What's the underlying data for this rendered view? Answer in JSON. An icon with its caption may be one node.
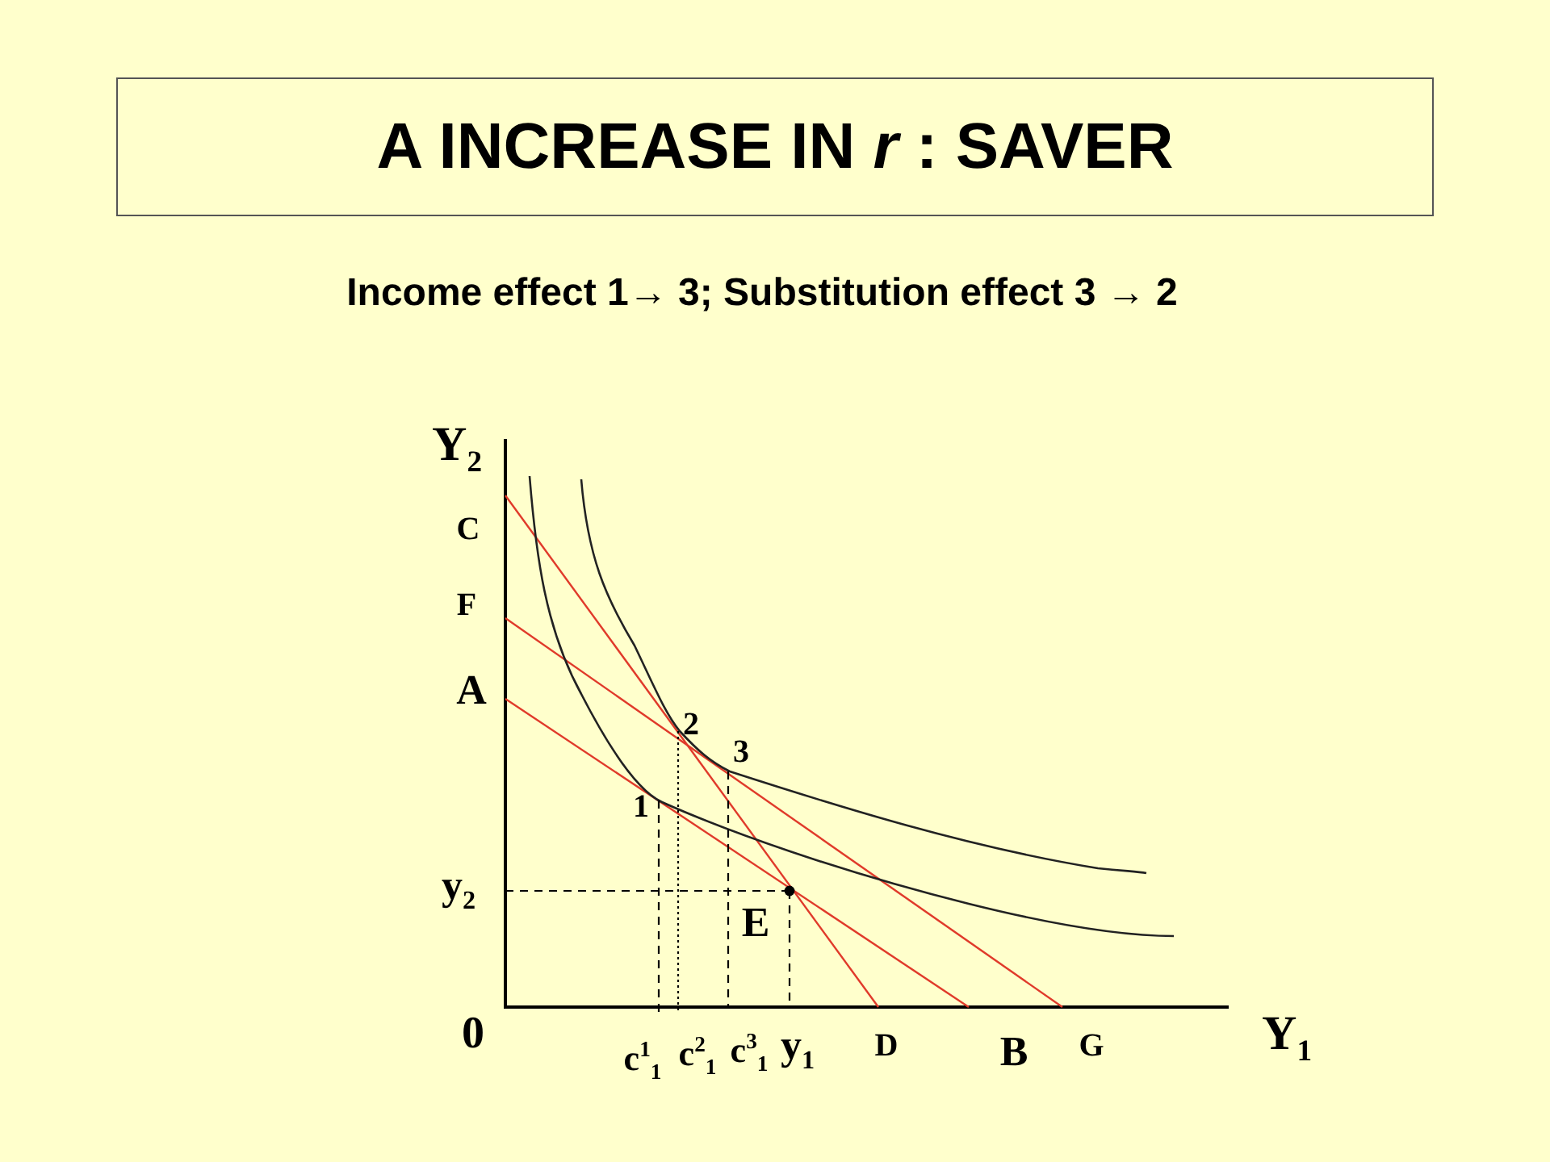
{
  "diagram": {
    "title": "A INCREASE IN *r* : SAVER",
    "labels": [
      "Income effect 1→ 3; Substitution effect 3 → 2",
      "Y$_{2}$",
      "C",
      "F",
      "A",
      "2",
      "3",
      "1",
      "y$_{2}$",
      "E",
      "0",
      "c$^{1}$$_{1}$",
      "c$^{2}$$_{1}$",
      "c$^{3}$$_{1}$",
      "y$_{1}$",
      "D",
      "B",
      "G",
      "Y$_{1}$"
    ]
  }
}
